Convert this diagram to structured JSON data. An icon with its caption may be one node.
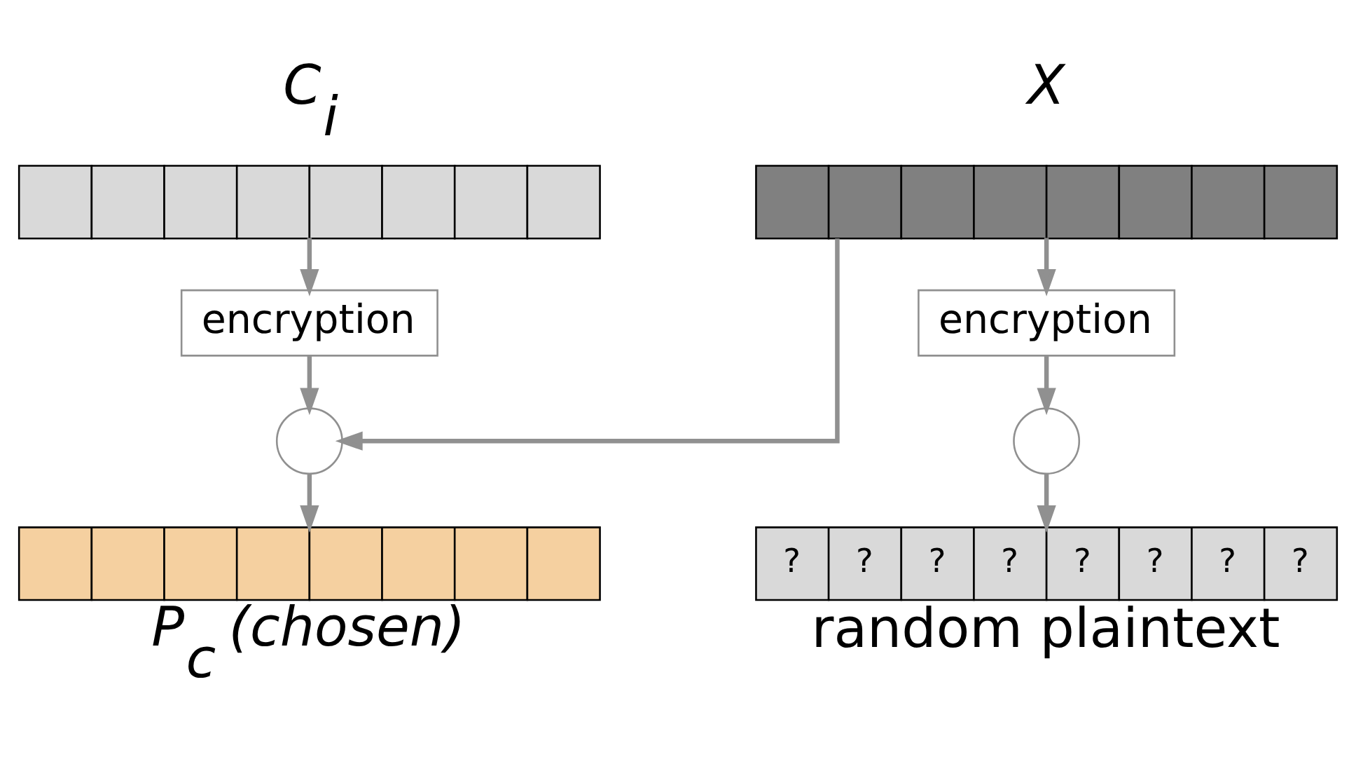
{
  "diagram": {
    "nodes": [
      {
        "text": [
          "C$_{i}$"
        ]
      },
      {
        "text": [
          "X"
        ]
      },
      {
        "text": [
          "encryption"
        ]
      },
      {
        "text": [],
        "shape": "circle"
      },
      {
        "text": [
          "P$_{c}$ (chosen)"
        ]
      },
      {
        "text": [
          "encryption"
        ]
      },
      {
        "text": [],
        "shape": "circle"
      },
      {
        "text": [
          "?",
          "?",
          "?",
          "?",
          "?",
          "?",
          "?",
          "?",
          "random plaintext"
        ]
      }
    ],
    "edges": [
      {
        "from": 0,
        "to": 2,
        "arrow": "to"
      },
      {
        "from": 2,
        "to": 3,
        "arrow": "to"
      },
      {
        "from": 1,
        "to": 3,
        "arrow": "to"
      },
      {
        "from": 3,
        "to": 4,
        "arrow": "to"
      },
      {
        "from": 1,
        "to": 5,
        "arrow": "to"
      },
      {
        "from": 5,
        "to": 6,
        "arrow": "to"
      },
      {
        "from": 6,
        "to": 7,
        "arrow": "to"
      }
    ]
  }
}
